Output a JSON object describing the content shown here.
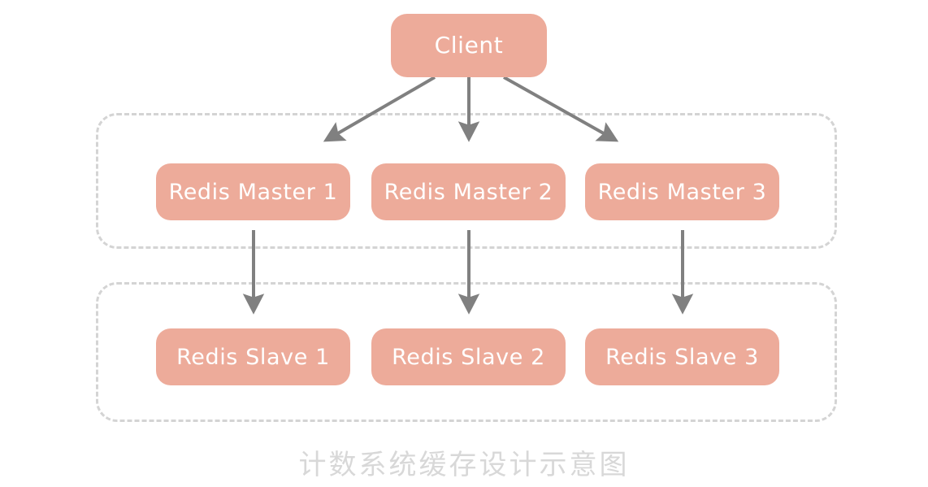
{
  "diagram": {
    "title": "计数系统缓存设计示意图",
    "background_color": "#ffffff",
    "node_fill_color": "#edab9a",
    "node_text_color": "#ffffff",
    "group_border_color": "#d4d4d4",
    "arrow_color": "#808080",
    "caption_color": "#d8d8d8",
    "client": {
      "label": "Client"
    },
    "groups": [
      {
        "name": "masters-group",
        "nodes": [
          {
            "label": "Redis Master 1"
          },
          {
            "label": "Redis Master 2"
          },
          {
            "label": "Redis Master 3"
          }
        ]
      },
      {
        "name": "slaves-group",
        "nodes": [
          {
            "label": "Redis Slave 1"
          },
          {
            "label": "Redis Slave 2"
          },
          {
            "label": "Redis Slave 3"
          }
        ]
      }
    ],
    "edges": [
      {
        "from": "Client",
        "to": "Redis Master 1",
        "style": "solid-arrow"
      },
      {
        "from": "Client",
        "to": "Redis Master 2",
        "style": "solid-arrow"
      },
      {
        "from": "Client",
        "to": "Redis Master 3",
        "style": "solid-arrow"
      },
      {
        "from": "Redis Master 1",
        "to": "Redis Slave 1",
        "style": "solid-arrow"
      },
      {
        "from": "Redis Master 2",
        "to": "Redis Slave 2",
        "style": "solid-arrow"
      },
      {
        "from": "Redis Master 3",
        "to": "Redis Slave 3",
        "style": "solid-arrow"
      }
    ]
  }
}
